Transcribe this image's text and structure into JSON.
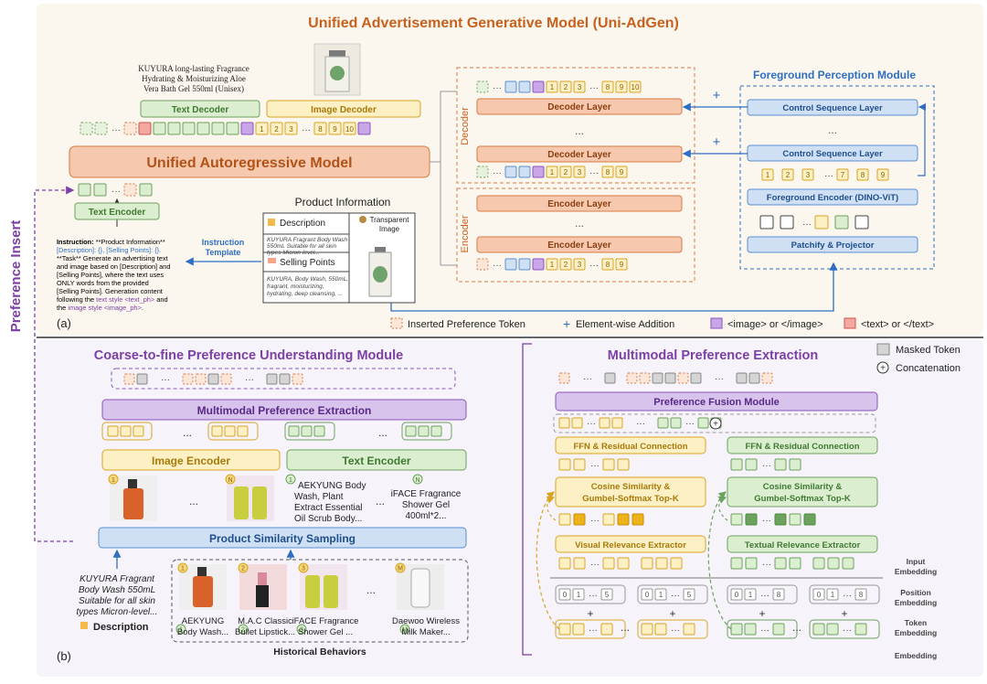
{
  "top": {
    "title": "Unified Advertisement Generative Model (Uni-AdGen)",
    "product_caption": [
      "KUYURA long-lasting Fragrance",
      "Hydrating & Moisturizing Aloe",
      "Vera Bath Gel 550ml (Unisex)"
    ],
    "text_decoder": "Text Decoder",
    "image_decoder": "Image Decoder",
    "ua_model": "Unified Autoregressive Model",
    "text_encoder": "Text Encoder",
    "instruction": {
      "l1_bold": "Instruction:",
      "l1_rest": " **Product Information**",
      "l2": "[Description]: {}, [Selling Points]: {}.",
      "l3": "**Task** Generate an advertising text",
      "l4": "and image based on [Description] and",
      "l5": "[Selling Points], where the text uses",
      "l6": "ONLY words from the provided",
      "l7": "[Selling Points]. Generation content",
      "l8a": "following the ",
      "l8b": "text style <text_ph>",
      "l8c": " and",
      "l9a": "the ",
      "l9b": "image style <image_ph>",
      "l9c": "."
    },
    "instruction_template": [
      "Instruction",
      "Template"
    ],
    "product_info": {
      "title": "Product Information",
      "description": "Description",
      "description_text": [
        "KUYURA Fragrant Body Wash",
        "550mL Suitable for all skin",
        "types Micron-level..."
      ],
      "selling_points": "Selling Points",
      "selling_points_text": [
        "KUYURA, Body Wash, 550mL,",
        "fragrant, moisturizing,",
        "hydrating, deep cleansing, ..."
      ],
      "transparent_image": [
        "Transparent",
        "Image"
      ]
    },
    "decoder_label": "Decoder",
    "encoder_label": "Encoder",
    "decoder_layer": "Decoder Layer",
    "encoder_layer": "Encoder Layer",
    "ellipsis": "...",
    "fpm": {
      "title": "Foreground Perception Module",
      "csl": "Control Sequence Layer",
      "fg_encoder": "Foreground Encoder (DINO-ViT)",
      "patchify": "Patchify & Projector"
    },
    "legend": {
      "inserted": "Inserted Preference Token",
      "addition": "Element-wise Addition",
      "image_tok": "<image> or </image>",
      "text_tok": "<text> or </text>"
    },
    "panel_tag": "(a)",
    "plus": "+"
  },
  "side_label": "Preference Insert",
  "bottom": {
    "left_title": "Coarse-to-fine Preference Understanding Module",
    "mpe": "Multimodal Preference Extraction",
    "image_encoder": "Image Encoder",
    "text_encoder": "Text Encoder",
    "psi": "Product Similarity Sampling",
    "badge_1": "1",
    "badge_n": "N",
    "badge_2": "2",
    "badge_3": "3",
    "badge_m": "M",
    "text_item_1": [
      "AEKYUNG Body",
      "Wash, Plant",
      "Extract Essential",
      "Oil Scrub Body..."
    ],
    "text_item_n": [
      "iFACE Fragrance",
      "Shower Gel",
      "400ml*2..."
    ],
    "query_text": [
      "KUYURA Fragrant",
      "Body Wash 550mL",
      "Suitable for all skin",
      "types Micron-level..."
    ],
    "description": "Description",
    "hist": [
      {
        "l1": "AEKYUNG",
        "l2": "Body Wash..."
      },
      {
        "l1": "M.A.C Classic",
        "l2": "Bullet Lipstick..."
      },
      {
        "l1": "iFACE Fragrance",
        "l2": "Shower Gel ..."
      },
      {
        "l1": "Daewoo Wireless",
        "l2": "Milk Maker..."
      }
    ],
    "historical": "Historical Behaviors",
    "panel_tag": "(b)",
    "right_title": "Multimodal Preference Extraction",
    "masked_token": "Masked Token",
    "concatenation": "Concatenation",
    "pfm": "Preference Fusion Module",
    "ffn": "FFN & Residual Connection",
    "cos": [
      "Cosine Similarity &",
      "Gumbel-Softmax Top-K"
    ],
    "vre": "Visual Relevance Extractor",
    "tre": "Textual Relevance Extractor",
    "input_emb": [
      "Input",
      "Embedding"
    ],
    "pos_emb": [
      "Position",
      "Embedding"
    ],
    "tok_emb": [
      "Token",
      "Embedding"
    ],
    "pos_v": [
      "0",
      "1",
      "5",
      "0",
      "1",
      "5"
    ],
    "pos_t": [
      "0",
      "1",
      "8",
      "0",
      "1",
      "8"
    ]
  },
  "colors": {
    "orange": "#C8611E",
    "purple": "#7B3FA6",
    "blue": "#2E6FC4",
    "green_fill": "#DCEED0",
    "green_line": "#6BA25C",
    "yellow_fill": "#FDF0C4",
    "yellow_line": "#D9A521",
    "salmon_fill": "#F6C9AE",
    "purple_fill": "#D7C3EC",
    "blue_fill": "#CFE0F5",
    "top_bg": "#FBF7EE",
    "bottom_bg": "#F6F3FA"
  }
}
